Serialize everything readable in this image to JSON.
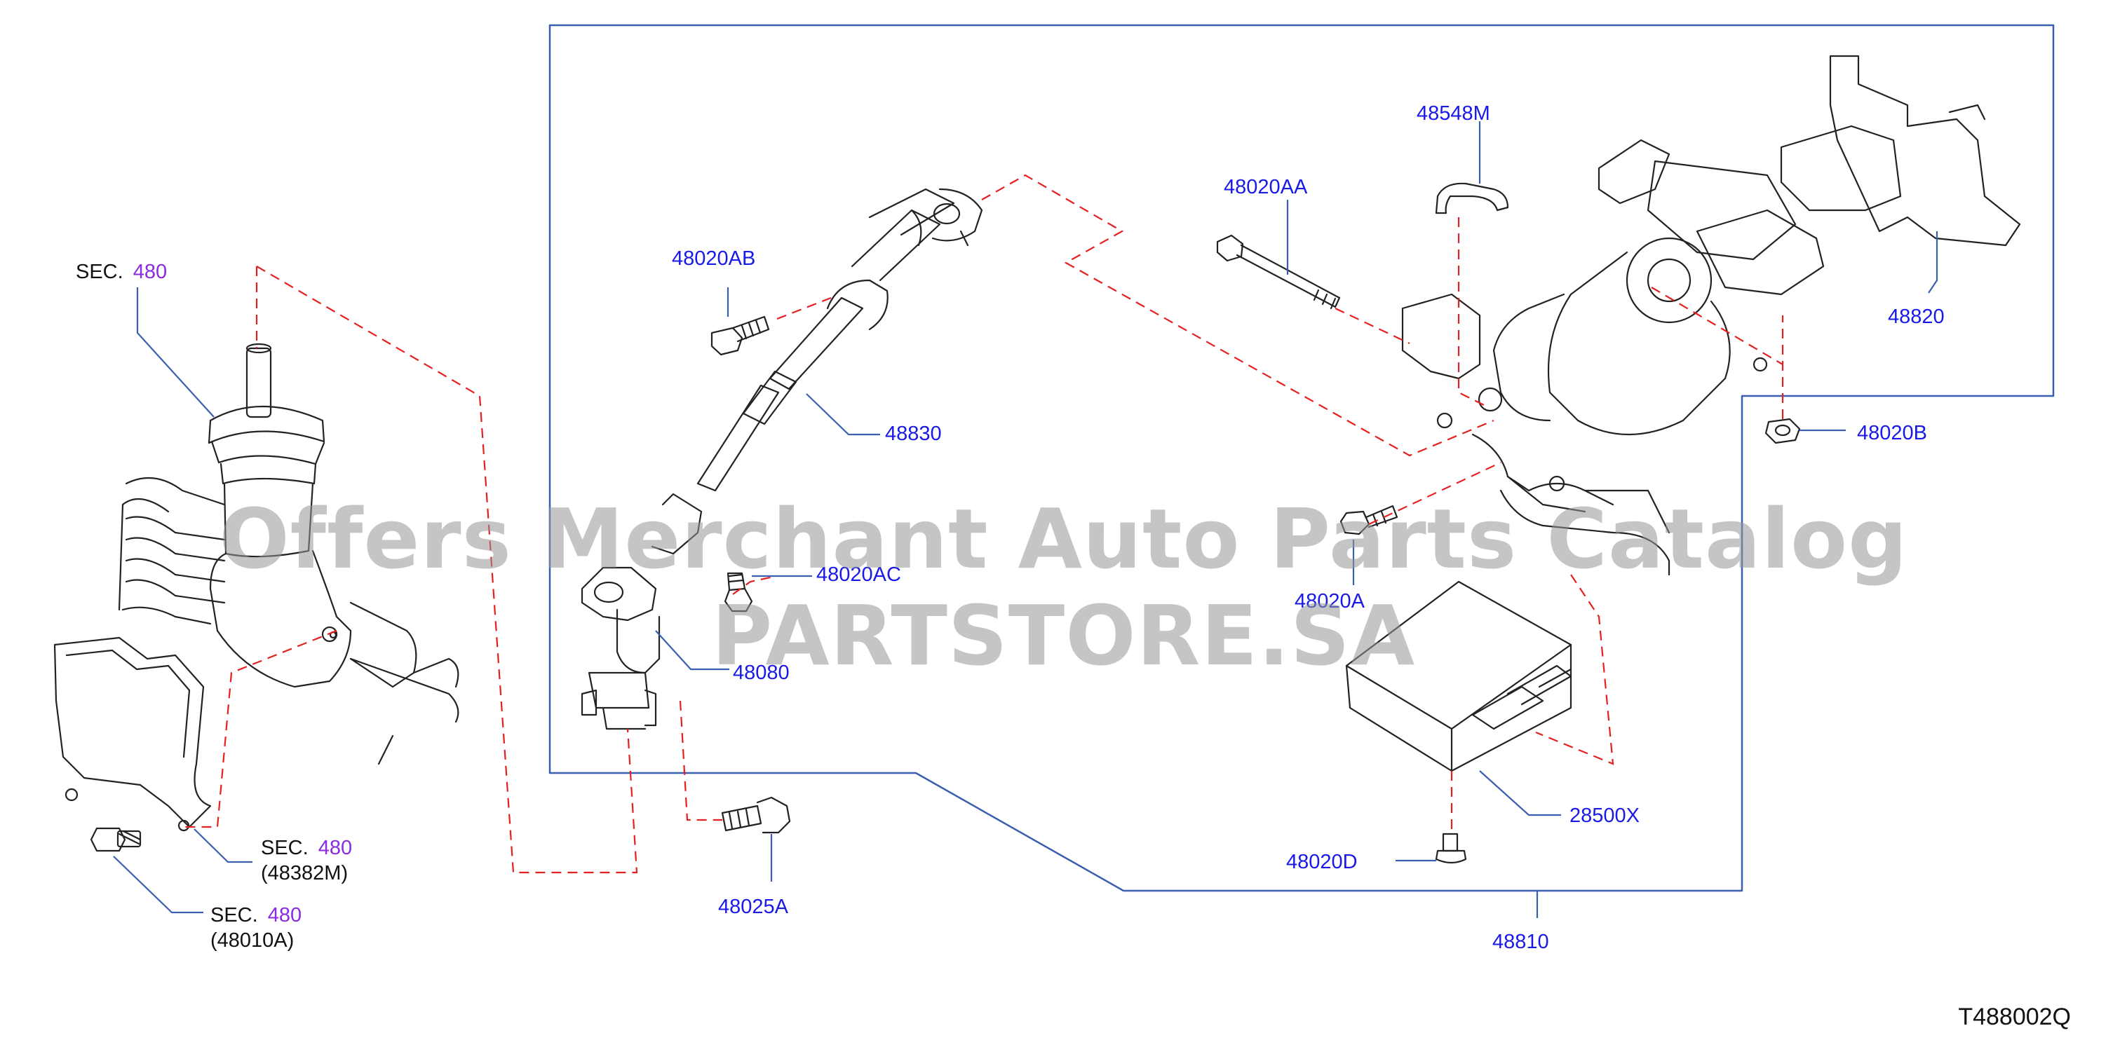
{
  "diagram": {
    "drawing_code": "T488002Q",
    "watermark": "Offers Merchant Auto Parts Catalog PARTSTORE.SA",
    "colors": {
      "label": "#1a1ae6",
      "section": "#8a2be2",
      "leader": "#3a5fb0",
      "dashed": "#e52020",
      "line": "#222222"
    },
    "parts": [
      {
        "id": "p48548M",
        "number": "48548M"
      },
      {
        "id": "p48020AA",
        "number": "48020AA"
      },
      {
        "id": "p48020AB",
        "number": "48020AB"
      },
      {
        "id": "p48830",
        "number": "48830"
      },
      {
        "id": "p48820",
        "number": "48820"
      },
      {
        "id": "p48020B",
        "number": "48020B"
      },
      {
        "id": "p48020AC",
        "number": "48020AC"
      },
      {
        "id": "p48080",
        "number": "48080"
      },
      {
        "id": "p48020A",
        "number": "48020A"
      },
      {
        "id": "p28500X",
        "number": "28500X"
      },
      {
        "id": "p48020D",
        "number": "48020D"
      },
      {
        "id": "p48025A",
        "number": "48025A"
      },
      {
        "id": "p48810",
        "number": "48810"
      }
    ],
    "sections": [
      {
        "prefix": "SEC.",
        "number": "480",
        "sub": ""
      },
      {
        "prefix": "SEC.",
        "number": "480",
        "sub": "(48382M)"
      },
      {
        "prefix": "SEC.",
        "number": "480",
        "sub": "(48010A)"
      }
    ]
  }
}
